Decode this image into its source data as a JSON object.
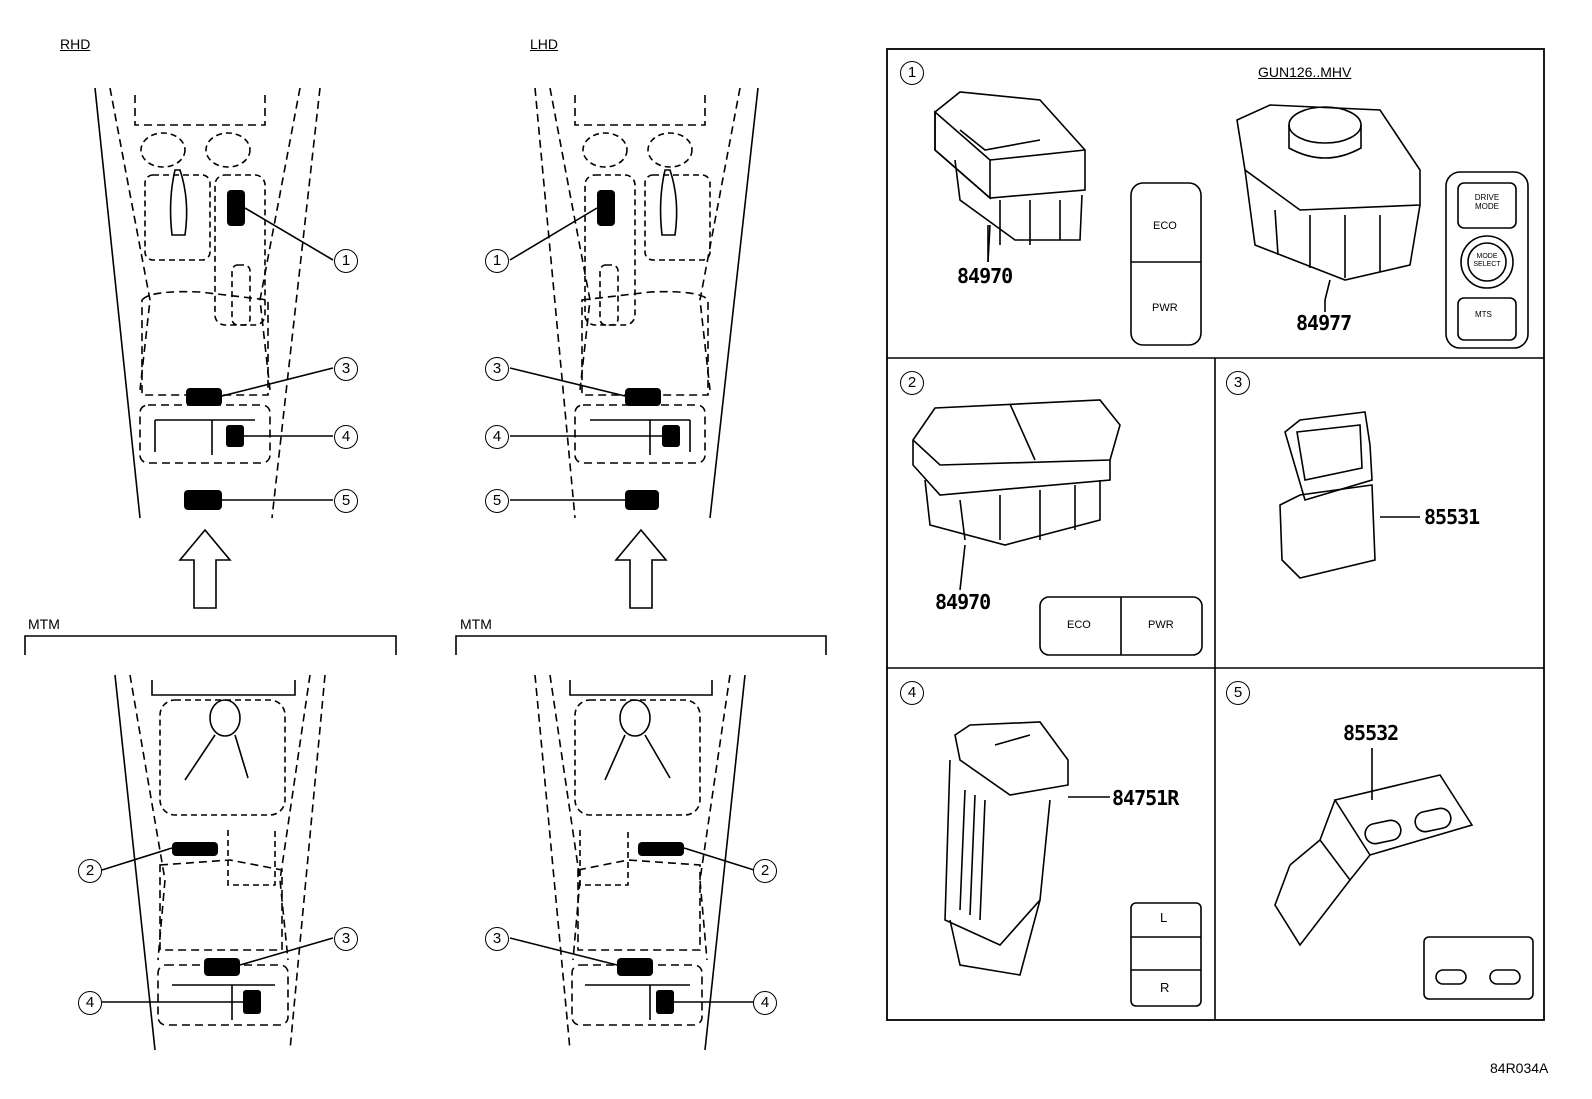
{
  "left": {
    "rhd_label": "RHD",
    "lhd_label": "LHD",
    "mtm_label_left": "MTM",
    "mtm_label_right": "MTM",
    "callouts": {
      "rhd_top": [
        "1",
        "3",
        "4",
        "5"
      ],
      "lhd_top": [
        "1",
        "3",
        "4",
        "5"
      ],
      "rhd_mtm": [
        "2",
        "3",
        "4"
      ],
      "lhd_mtm": [
        "2",
        "3",
        "4"
      ]
    }
  },
  "panels": {
    "p1": {
      "num": "1",
      "variant": "GUN126..MHV",
      "part_a": "84970",
      "part_b": "84977",
      "switch_top": "ECO",
      "switch_bottom": "PWR",
      "knob_labels": [
        "DRIVE MODE",
        "MODE SELECT",
        "MTS"
      ]
    },
    "p2": {
      "num": "2",
      "part": "84970",
      "left": "ECO",
      "right": "PWR"
    },
    "p3": {
      "num": "3",
      "part": "85531"
    },
    "p4": {
      "num": "4",
      "part": "84751R",
      "top": "L",
      "bottom": "R"
    },
    "p5": {
      "num": "5",
      "part": "85532"
    }
  },
  "doc_code": "84R034A"
}
